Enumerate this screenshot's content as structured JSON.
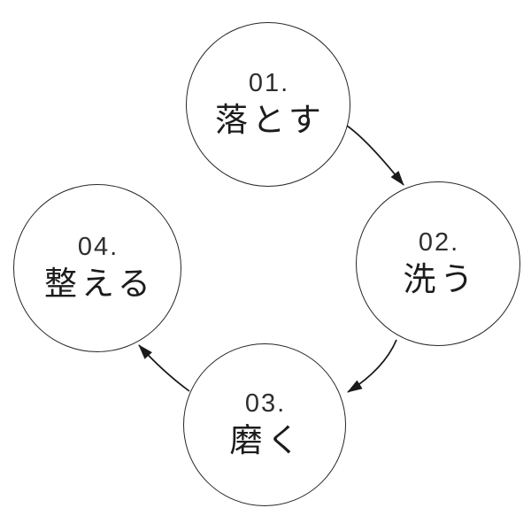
{
  "diagram": {
    "type": "cycle-steps",
    "background_color": "#ffffff",
    "stroke_color": "#1a1a1a",
    "steps": [
      {
        "number": "01.",
        "label": "落とす"
      },
      {
        "number": "02.",
        "label": "洗う"
      },
      {
        "number": "03.",
        "label": "磨く"
      },
      {
        "number": "04.",
        "label": "整える"
      }
    ],
    "connections": [
      {
        "from": "01.",
        "to": "02."
      },
      {
        "from": "02.",
        "to": "03."
      },
      {
        "from": "03.",
        "to": "04."
      }
    ]
  }
}
